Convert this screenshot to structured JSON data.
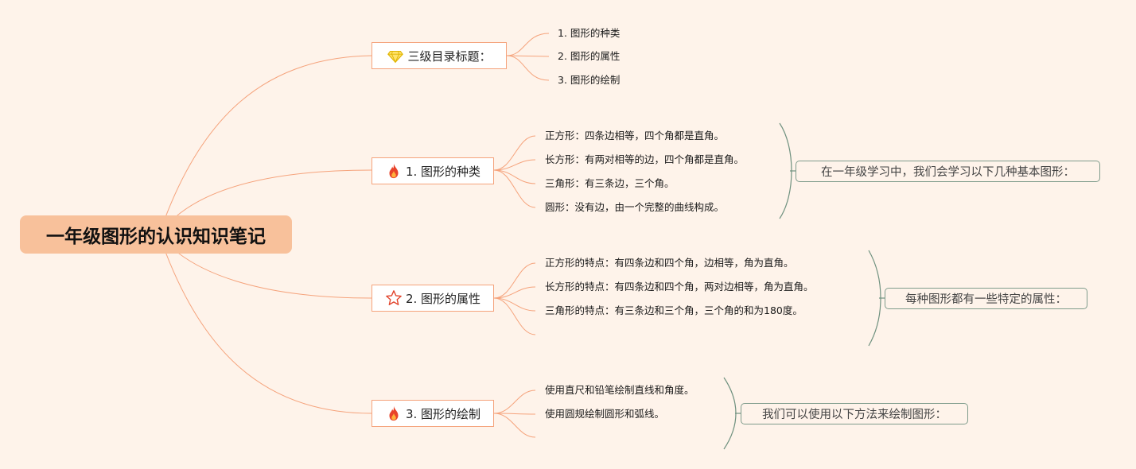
{
  "root": {
    "title": "一年级图形的认识知识笔记"
  },
  "branches": [
    {
      "label": "三级目录标题：",
      "icon": "diamond-icon",
      "items": [
        "1. 图形的种类",
        "2. 图形的属性",
        "3. 图形的绘制"
      ]
    },
    {
      "label": "1. 图形的种类",
      "icon": "fire-icon",
      "items": [
        "正方形：四条边相等，四个角都是直角。",
        "长方形：有两对相等的边，四个角都是直角。",
        "三角形：有三条边，三个角。",
        "圆形：没有边，由一个完整的曲线构成。"
      ],
      "summary": "在一年级学习中，我们会学习以下几种基本图形："
    },
    {
      "label": "2. 图形的属性",
      "icon": "star-icon",
      "items": [
        "正方形的特点：有四条边和四个角，边相等，角为直角。",
        "长方形的特点：有四条边和四个角，两对边相等，角为直角。",
        "三角形的特点：有三条边和三个角，三个角的和为180度。",
        ""
      ],
      "summary": "每种图形都有一些特定的属性："
    },
    {
      "label": "3. 图形的绘制",
      "icon": "fire-icon",
      "items": [
        "使用直尺和铅笔绘制直线和角度。",
        "使用圆规绘制圆形和弧线。",
        ""
      ],
      "summary": "我们可以使用以下方法来绘制图形："
    }
  ],
  "colors": {
    "background": "#fef3ea",
    "root_fill": "#f8c19b",
    "connector": "#f5a37c",
    "bracket": "#6f917f"
  }
}
